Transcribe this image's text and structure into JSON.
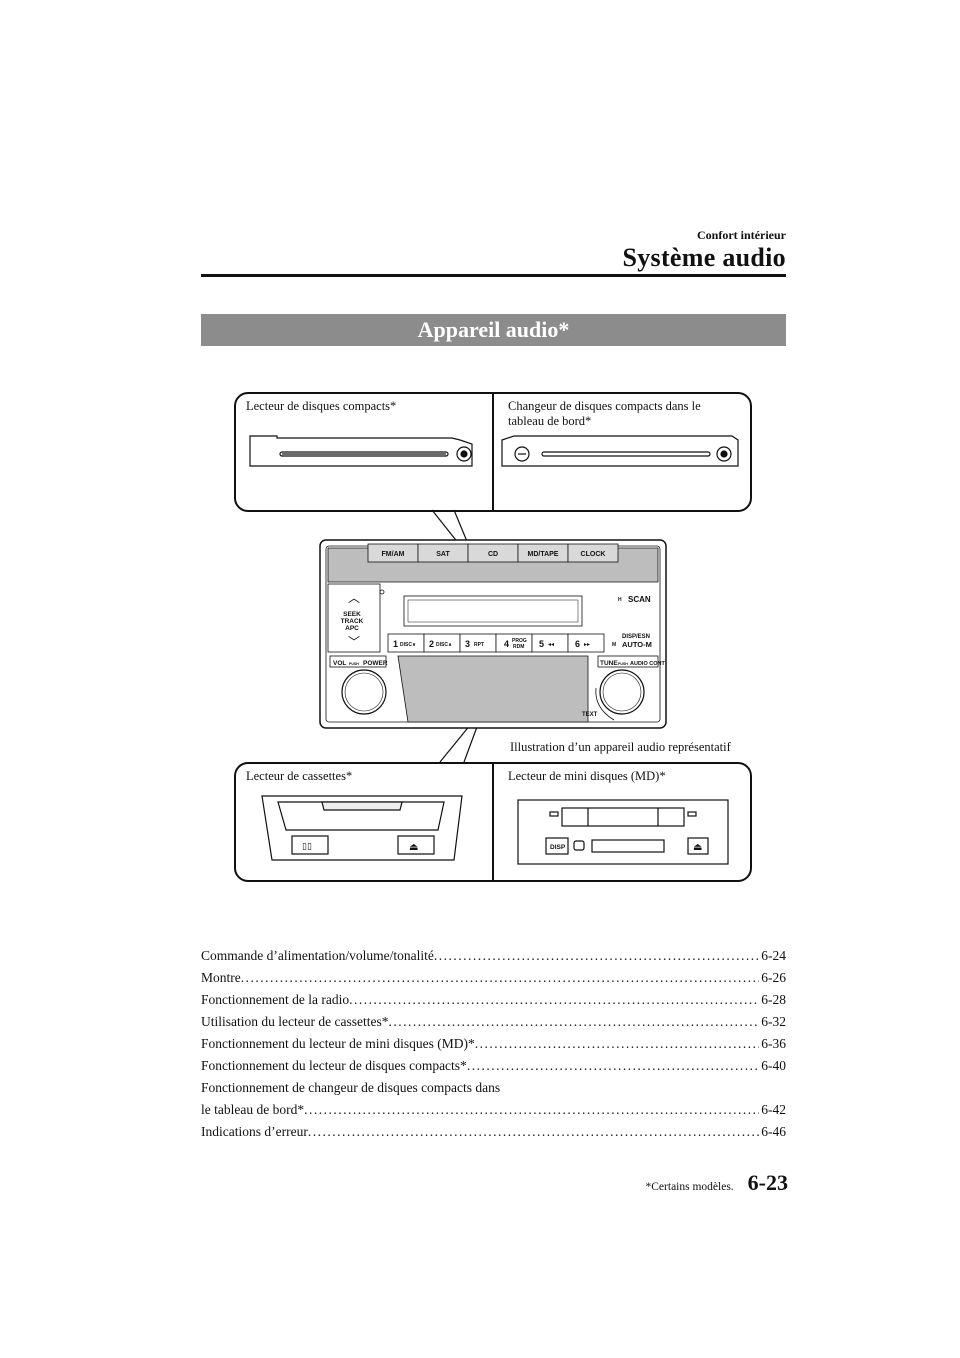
{
  "header": {
    "section": "Confort intérieur",
    "title": "Système audio"
  },
  "banner": "Appareil audio*",
  "illustration": {
    "top_left_label": "Lecteur de disques compacts*",
    "top_right_label_line1": "Changeur de disques compacts dans le",
    "top_right_label_line2": "tableau de bord*",
    "bottom_left_label": "Lecteur de cassettes*",
    "bottom_right_label": "Lecteur de mini disques (MD)*",
    "caption": "Illustration d’un appareil audio représentatif",
    "buttons": {
      "fm_am": "FM/AM",
      "sat": "SAT",
      "cd": "CD",
      "md_tape": "MD/TAPE",
      "clock": "CLOCK",
      "seek": "SEEK",
      "track": "TRACK",
      "apc": "APC",
      "scan": "SCAN",
      "disp_esn": "DISP/ESN",
      "auto_m": "AUTO-M",
      "preset1": "1",
      "preset1_sub": "DISC∨",
      "preset2": "2",
      "preset2_sub": "DISC∧",
      "preset3": "3",
      "preset3_sub": "RPT",
      "preset4": "4",
      "preset4_sub1": "PROG",
      "preset4_sub2": "RDM",
      "preset5": "5",
      "preset5_sub": "◂◂",
      "preset6": "6",
      "preset6_sub": "▸▸",
      "vol": "VOL",
      "push": "PUSH",
      "power": "POWER",
      "tune": "TUNE",
      "audio_cont": "AUDIO CONT",
      "text": "TEXT",
      "h": "H",
      "m": "M",
      "disp": "DISP"
    }
  },
  "toc": [
    {
      "title": "Commande d’alimentation/volume/tonalité",
      "page": "6-24"
    },
    {
      "title": "Montre",
      "page": "6-26"
    },
    {
      "title": "Fonctionnement de la radio",
      "page": "6-28"
    },
    {
      "title": "Utilisation du lecteur de cassettes*",
      "page": "6-32"
    },
    {
      "title": "Fonctionnement du lecteur de mini disques (MD)*",
      "page": "6-36"
    },
    {
      "title": "Fonctionnement du lecteur de disques compacts*",
      "page": "6-40"
    }
  ],
  "toc_multiline": {
    "line1": "Fonctionnement de changeur de disques compacts dans",
    "line2": "le tableau de bord*",
    "page": "6-42"
  },
  "toc_last": {
    "title": "Indications d’erreur",
    "page": "6-46"
  },
  "footer": {
    "note": "*Certains modèles.",
    "page": "6-23"
  }
}
